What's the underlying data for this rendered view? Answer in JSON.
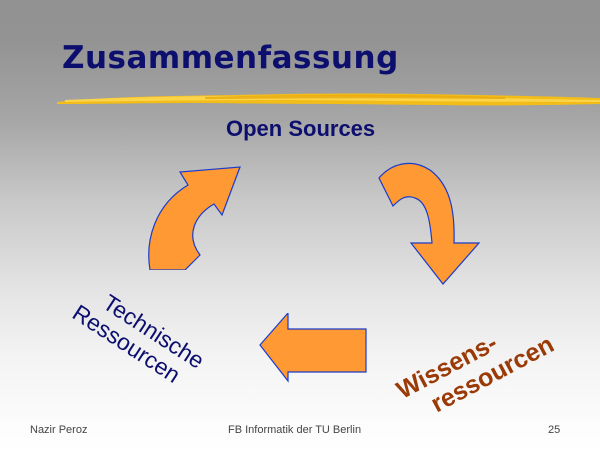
{
  "slide": {
    "title": "Zusammenfassung",
    "subtitle": "Open Sources",
    "cycle_labels": {
      "technical": [
        "Technische",
        "Ressourcen"
      ],
      "knowledge": [
        "Wissens-",
        "ressourcen"
      ]
    },
    "arrows": [
      {
        "name": "curved-up-right",
        "from": "Technische Ressourcen",
        "to": "Open Sources"
      },
      {
        "name": "curved-down",
        "from": "Open Sources",
        "to": "Wissensressourcen"
      },
      {
        "name": "left",
        "from": "Wissensressourcen",
        "to": "Technische Ressourcen"
      }
    ],
    "colors": {
      "title": "#0c0f6e",
      "arrow_fill": "#ff9933",
      "arrow_stroke": "#1a3ccc",
      "knowledge_label": "#9a3a06",
      "brush": "#f5c21a"
    }
  },
  "footer": {
    "author": "Nazir Peroz",
    "institution": "FB Informatik der TU Berlin",
    "page_number": "25"
  }
}
